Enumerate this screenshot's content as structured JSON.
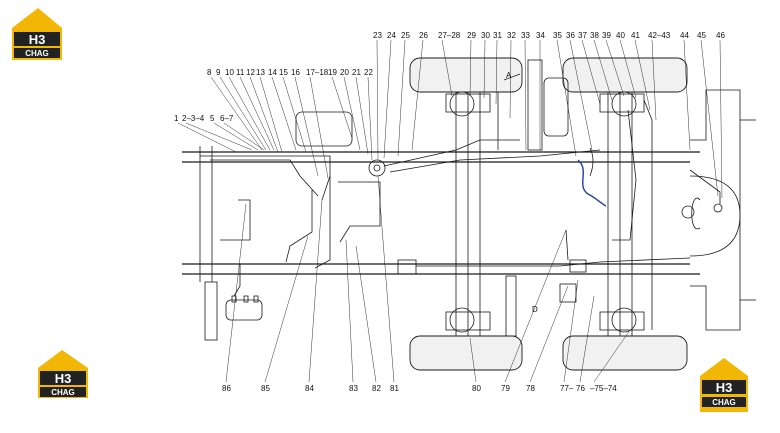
{
  "logos": [
    {
      "mark": "H3",
      "word": "CHAG"
    },
    {
      "mark": "H3",
      "word": "CHAG"
    },
    {
      "mark": "H3",
      "word": "CHAG"
    }
  ],
  "callouts": {
    "top_right": [
      "23",
      "24",
      "25",
      "26",
      "27–28",
      "29",
      "30",
      "31",
      "32",
      "33",
      "34",
      "35",
      "36",
      "37",
      "38",
      "39",
      "40",
      "41",
      "42–43",
      "44",
      "45",
      "46"
    ],
    "top_left": [
      "8",
      "9",
      "10",
      "11",
      "12",
      "13",
      "14",
      "15",
      "16",
      "17–18",
      "19",
      "20",
      "21",
      "22"
    ],
    "left": [
      "1",
      "2–3–4",
      "5",
      "6–7"
    ],
    "bottom_left": [
      "86",
      "85",
      "84",
      "83",
      "82",
      "81"
    ],
    "bottom_right": [
      "80",
      "79",
      "78",
      "77–",
      "76",
      "–75–74"
    ],
    "letters": [
      "A",
      "D"
    ]
  },
  "colors": {
    "line": "#1a1a1a",
    "hose": "#1f3f9a",
    "logo_yellow": "#f2b705",
    "logo_dark": "#222222"
  }
}
